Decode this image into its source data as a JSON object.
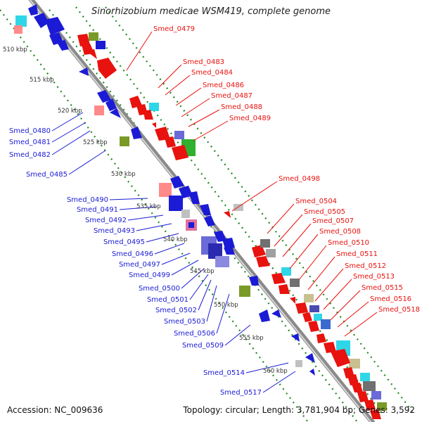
{
  "title": "Sinorhizobium medicae WSM419, complete genome",
  "accession": "Accession: NC_009636",
  "topology": "Topology: circular; Length: 3,781,904 bp; Genes: 3,592",
  "colors": {
    "forward_label": "#e8120e",
    "reverse_label": "#1b1bd6",
    "backbone": "#8a8a8a",
    "tick_dots": "#1d8a1d"
  },
  "kbp_ticks": [
    "510 kbp",
    "515 kbp",
    "520 kbp",
    "525 kbp",
    "530 kbp",
    "535 kbp",
    "540 kbp",
    "545 kbp",
    "550 kbp",
    "555 kbp",
    "560 kbp"
  ],
  "right_labels": [
    "Smed_0479",
    "Smed_0483",
    "Smed_0484",
    "Smed_0486",
    "Smed_0487",
    "Smed_0488",
    "Smed_0489",
    "Smed_0498",
    "Smed_0504",
    "Smed_0505",
    "Smed_0507",
    "Smed_0508",
    "Smed_0510",
    "Smed_0511",
    "Smed_0512",
    "Smed_0513",
    "Smed_0515",
    "Smed_0516",
    "Smed_0518"
  ],
  "left_labels": [
    "Smed_0480",
    "Smed_0481",
    "Smed_0482",
    "Smed_0485",
    "Smed_0490",
    "Smed_0491",
    "Smed_0492",
    "Smed_0493",
    "Smed_0495",
    "Smed_0496",
    "Smed_0497",
    "Smed_0499",
    "Smed_0500",
    "Smed_0501",
    "Smed_0502",
    "Smed_0503",
    "Smed_0506",
    "Smed_0509",
    "Smed_0514",
    "Smed_0517"
  ]
}
